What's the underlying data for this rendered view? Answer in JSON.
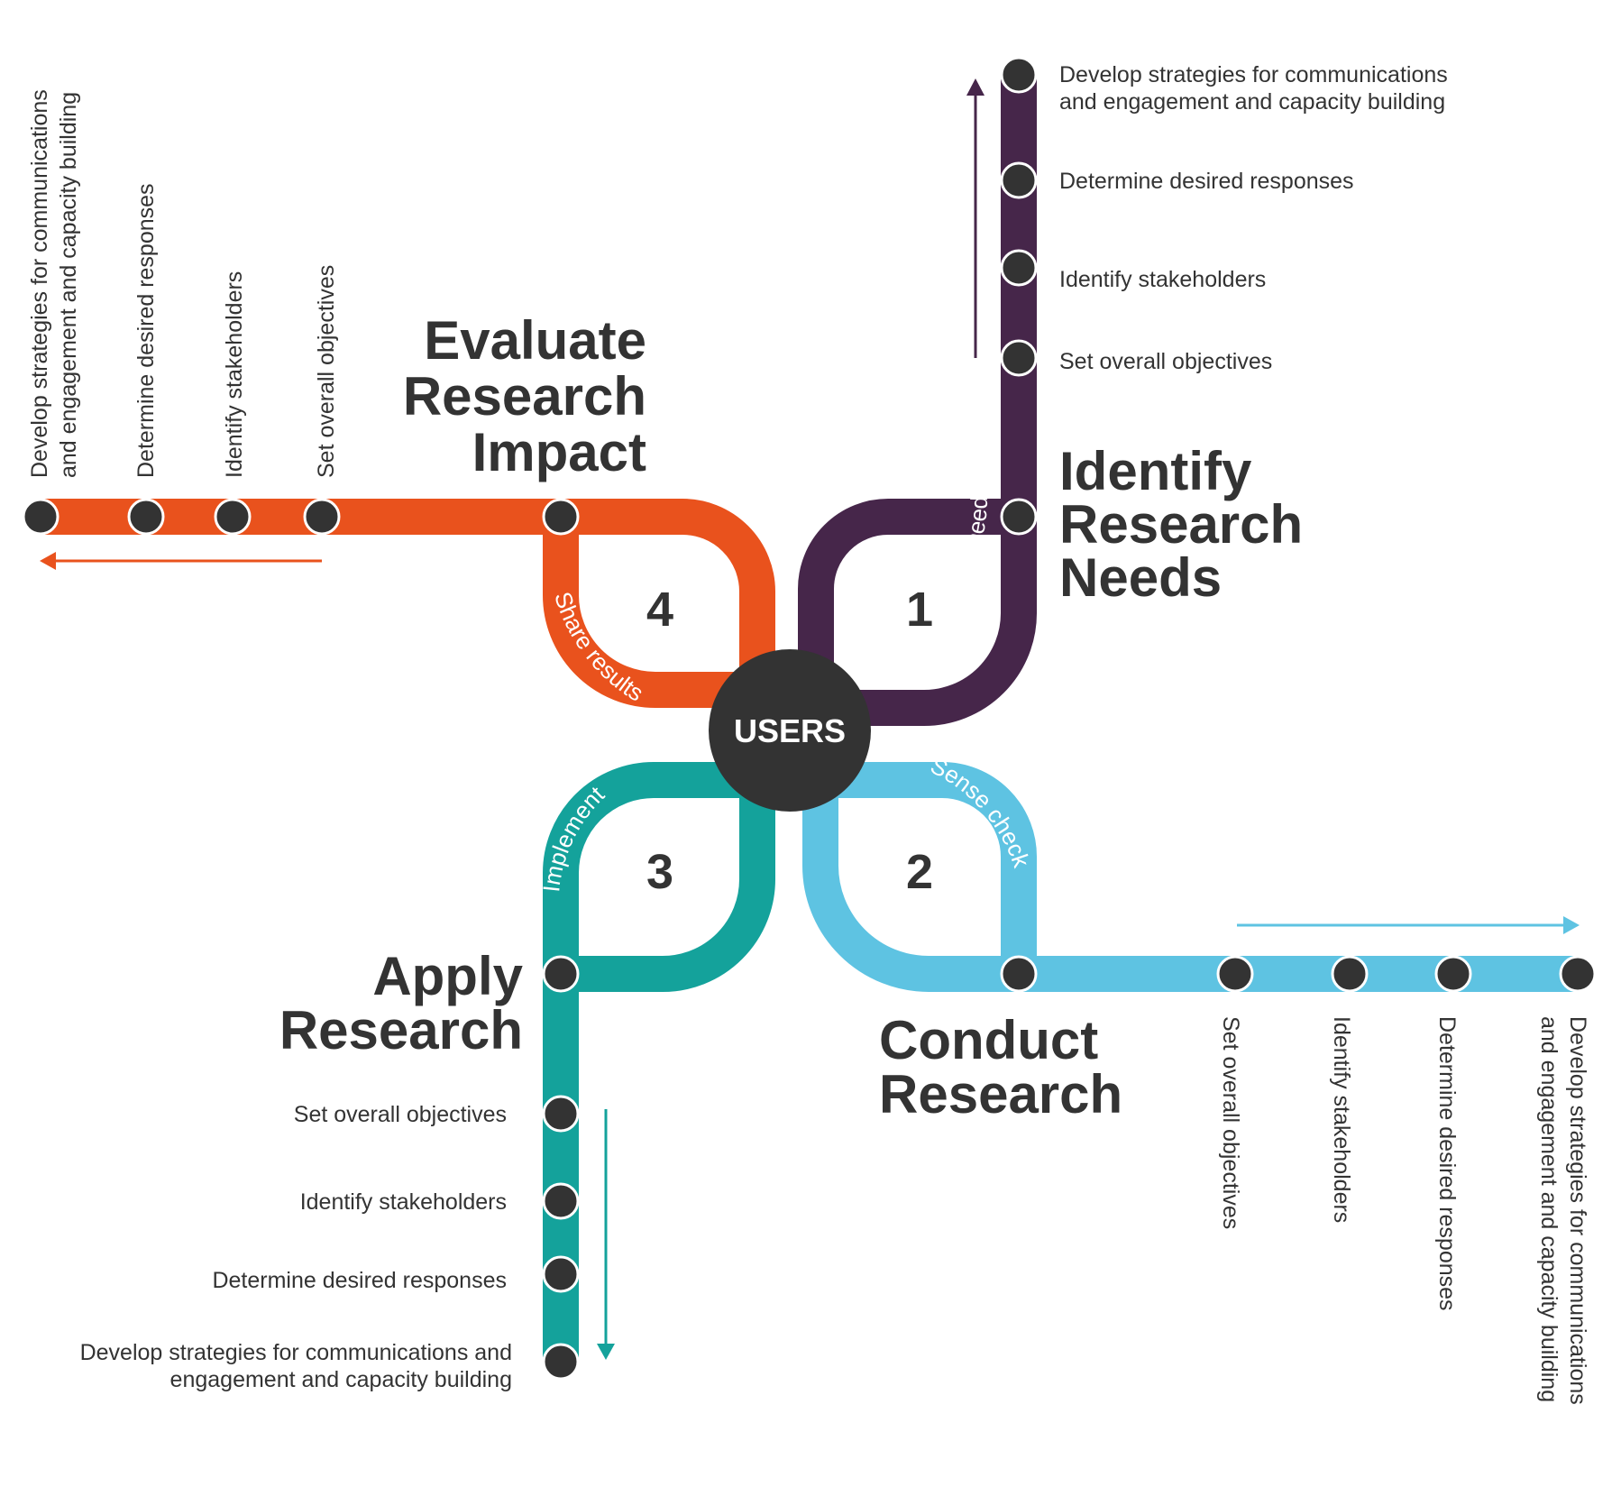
{
  "hub": {
    "label": "USERS",
    "color": "#333333"
  },
  "colors": {
    "phase1": "#46264a",
    "phase2": "#5ec3e2",
    "phase3": "#14a29b",
    "phase4": "#e9521d",
    "text": "#333333"
  },
  "phases": [
    {
      "number": "1",
      "title": [
        "Identify",
        "Research",
        "Needs"
      ],
      "connector": "Share needs",
      "stops": [
        "Develop strategies for communications",
        "and engagement and capacity building",
        "Determine desired responses",
        "Identify stakeholders",
        "Set overall objectives"
      ]
    },
    {
      "number": "2",
      "title": [
        "Conduct",
        "Research"
      ],
      "connector": "Sense check",
      "stops": [
        "Set overall objectives",
        "Identify stakeholders",
        "Determine desired responses",
        "Develop strategies for communications",
        "and engagement and capacity building"
      ]
    },
    {
      "number": "3",
      "title": [
        "Apply",
        "Research"
      ],
      "connector": "Implement",
      "stops": [
        "Set overall objectives",
        "Identify stakeholders",
        "Determine desired responses",
        "Develop strategies for communications and",
        "engagement and capacity building"
      ]
    },
    {
      "number": "4",
      "title": [
        "Evaluate",
        "Research",
        "Impact"
      ],
      "connector": "Share results",
      "stops": [
        "Develop strategies for communications",
        "and engagement and capacity building",
        "Determine desired responses",
        "Identify stakeholders",
        "Set overall objectives"
      ]
    }
  ]
}
